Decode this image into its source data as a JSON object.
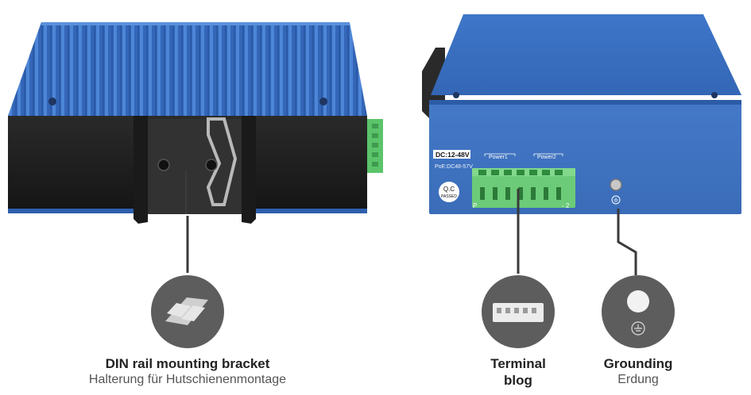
{
  "device_labels": {
    "voltage": "DC:12-48V",
    "poe": "PoE:DC48-57V",
    "power1": "Power1",
    "power2": "Power2",
    "qc": "Q.C",
    "qc_passed": "PASSED",
    "terminal_left": "P",
    "terminal_right": "- 2"
  },
  "callouts": [
    {
      "title": "DIN rail mounting bracket",
      "subtitle": "Halterung für Hutschienenmontage"
    },
    {
      "title_line1": "Terminal",
      "title_line2": "blog"
    },
    {
      "title": "Grounding",
      "subtitle": "Erdung"
    }
  ],
  "colors": {
    "housing_blue": "#3d6fbf",
    "panel_black": "#1f1f1f",
    "terminal_green": "#5bc46a",
    "callout_circle": "#5d5d5d",
    "connector_line": "#3a3a3a"
  }
}
